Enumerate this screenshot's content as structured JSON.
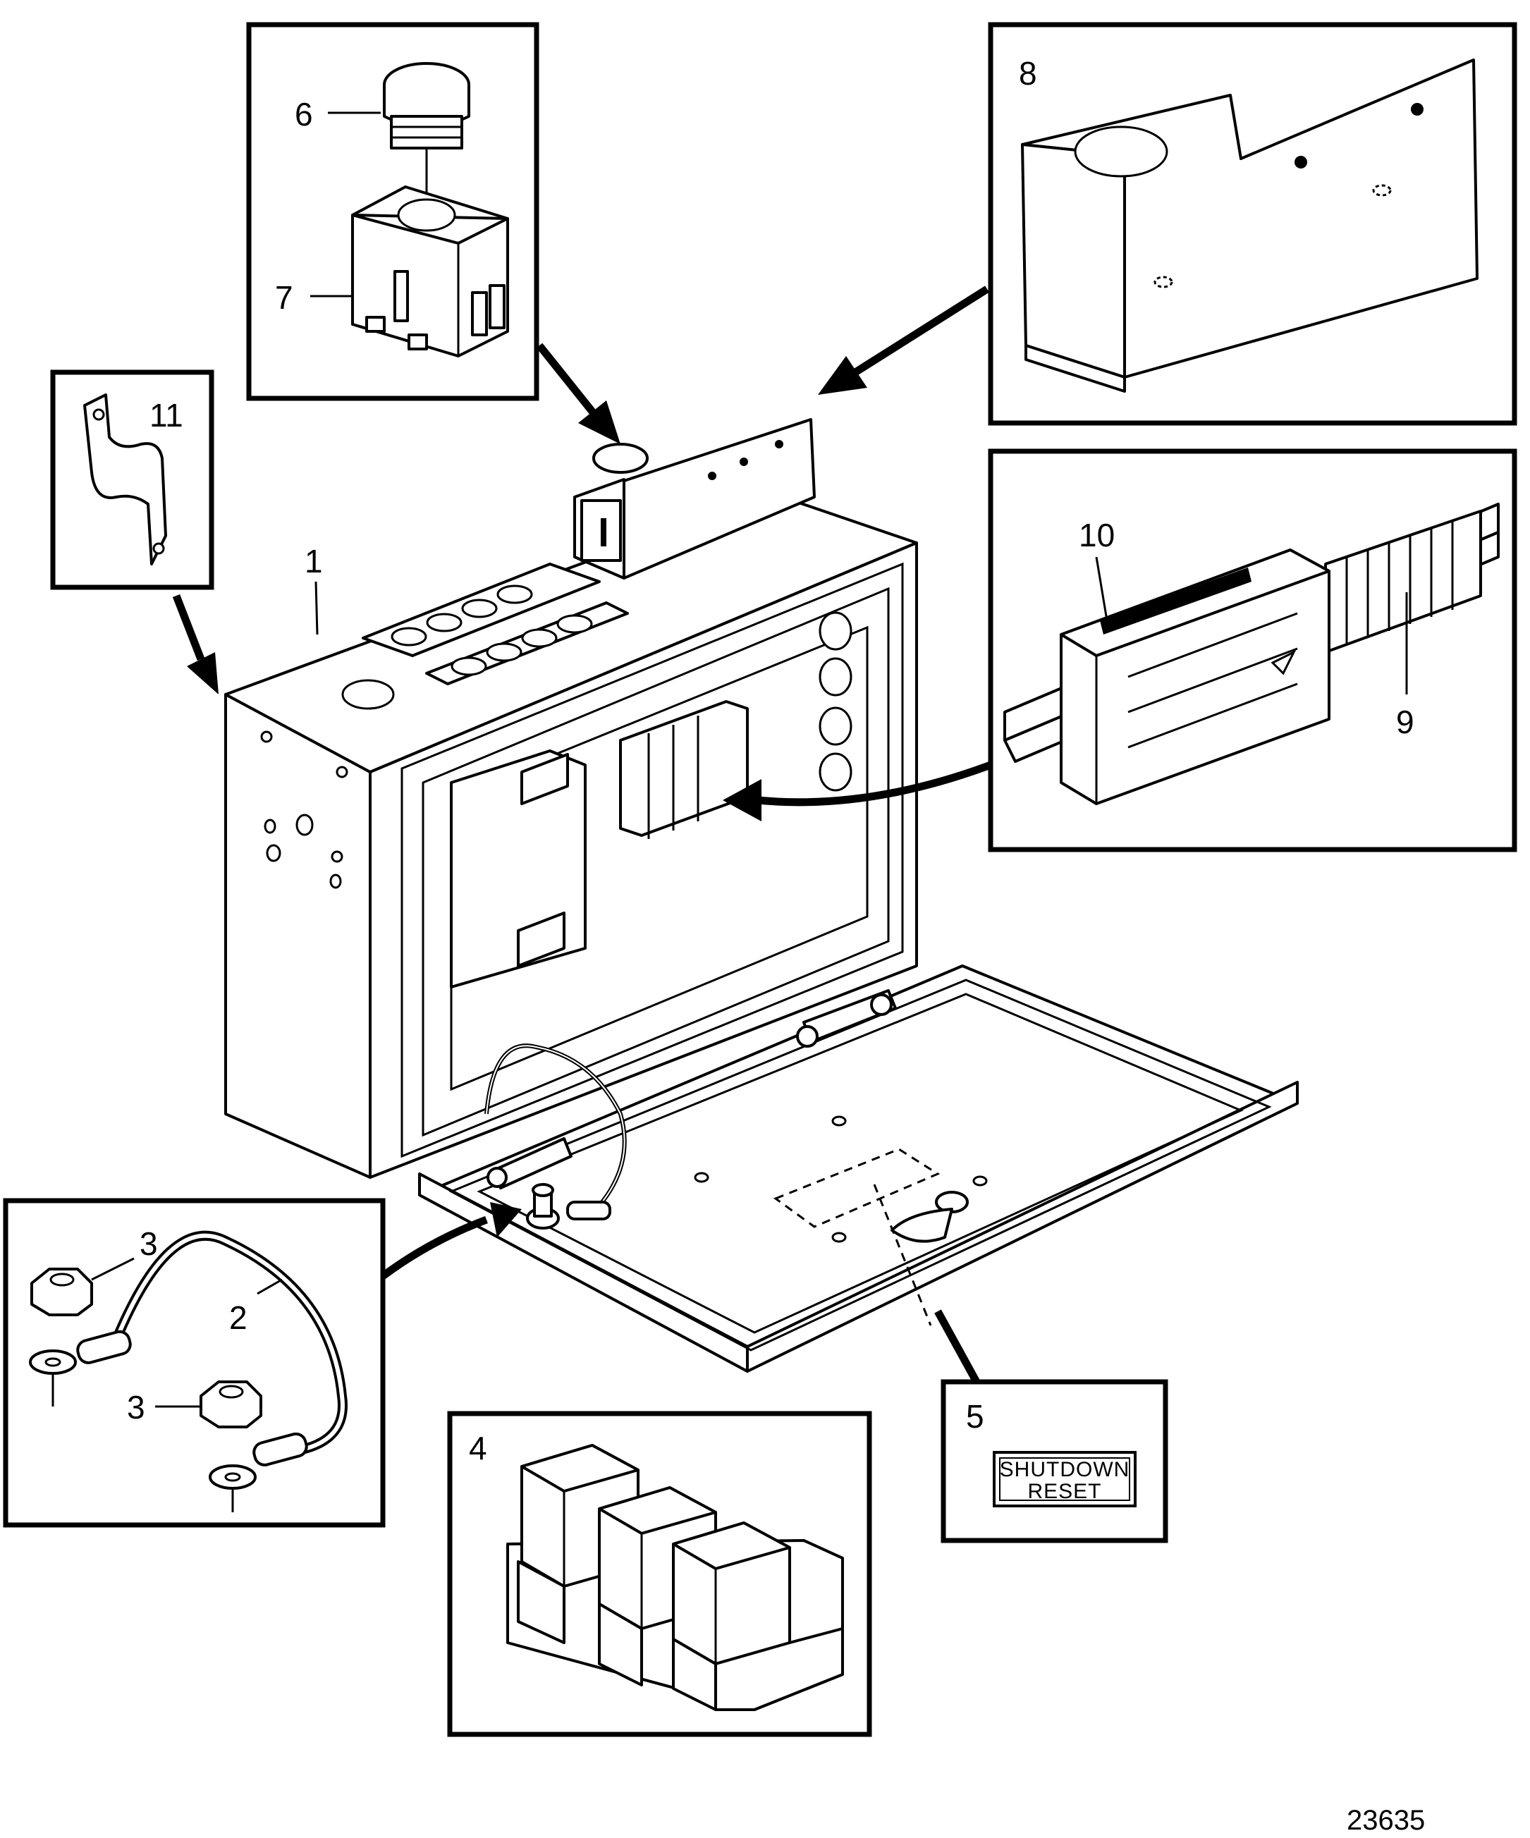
{
  "figure": {
    "reference_number": "23635",
    "callouts": {
      "c1": "1",
      "c2": "2",
      "c3a": "3",
      "c3b": "3",
      "c4": "4",
      "c5": "5",
      "c6": "6",
      "c7": "7",
      "c8": "8",
      "c9": "9",
      "c10": "10",
      "c11": "11"
    },
    "decal_text": {
      "line1": "SHUTDOWN",
      "line2": "RESET"
    }
  }
}
